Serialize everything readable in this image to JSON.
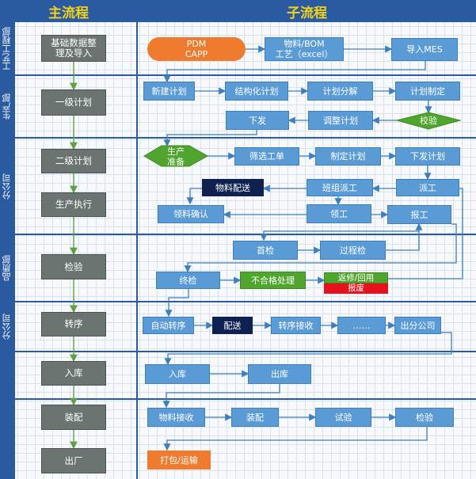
{
  "headers": {
    "main": "主流程",
    "sub": "子流程"
  },
  "stages": [
    {
      "id": "s1",
      "label": "工艺工程部"
    },
    {
      "id": "s2",
      "label": "生产部"
    },
    {
      "id": "s3",
      "label": "分公司"
    },
    {
      "id": "s4",
      "label": "品质部"
    },
    {
      "id": "s5",
      "label": "分公司"
    },
    {
      "id": "s6",
      "label": ""
    }
  ],
  "main_steps": [
    {
      "id": "m1",
      "label": "基础数据整\n理及导入"
    },
    {
      "id": "m2",
      "label": "一级计划"
    },
    {
      "id": "m3",
      "label": "二级计划"
    },
    {
      "id": "m4",
      "label": "生产执行"
    },
    {
      "id": "m5",
      "label": "检验"
    },
    {
      "id": "m6",
      "label": "转序"
    },
    {
      "id": "m7",
      "label": "入库"
    },
    {
      "id": "m8",
      "label": "装配"
    },
    {
      "id": "m9",
      "label": "出厂"
    }
  ],
  "sub_steps": [
    {
      "id": "pdm",
      "label": "PDM\nCAPP",
      "color": "#ee7b2e"
    },
    {
      "id": "bom",
      "label": "物料/BOM\n工艺（excel）"
    },
    {
      "id": "mes",
      "label": "导入MES"
    },
    {
      "id": "xjjh",
      "label": "新建计划"
    },
    {
      "id": "jghjh",
      "label": "结构化计划"
    },
    {
      "id": "jhfj",
      "label": "计划分解"
    },
    {
      "id": "jhzd",
      "label": "计划制定"
    },
    {
      "id": "xiaoy",
      "label": "校验",
      "color": "#4fa52d"
    },
    {
      "id": "tzjh",
      "label": "调整计划"
    },
    {
      "id": "xiafa",
      "label": "下发"
    },
    {
      "id": "sczb",
      "label": "生产\n准备",
      "color": "#4fa52d"
    },
    {
      "id": "sxgd",
      "label": "筛选工单"
    },
    {
      "id": "zdjh",
      "label": "制定计划"
    },
    {
      "id": "xfjh",
      "label": "下发计划"
    },
    {
      "id": "paig",
      "label": "派工"
    },
    {
      "id": "bzpg",
      "label": "班组派工"
    },
    {
      "id": "wlps",
      "label": "物料配送",
      "color": "#0e2150"
    },
    {
      "id": "llqr",
      "label": "领料确认"
    },
    {
      "id": "lingg",
      "label": "领工"
    },
    {
      "id": "baog",
      "label": "报工"
    },
    {
      "id": "shouj",
      "label": "首检"
    },
    {
      "id": "gcj",
      "label": "过程检"
    },
    {
      "id": "zhongj",
      "label": "终检"
    },
    {
      "id": "bhgcl",
      "label": "不合格处理",
      "color": "#4fa52d"
    },
    {
      "id": "fxhy",
      "label": "返修/回用",
      "color": "#4fa52d"
    },
    {
      "id": "baofei",
      "label": "报废",
      "color": "#e8101a"
    },
    {
      "id": "zdzx",
      "label": "自动转序"
    },
    {
      "id": "peis",
      "label": "配送",
      "color": "#0e2150"
    },
    {
      "id": "zxjs",
      "label": "转序接收"
    },
    {
      "id": "dots",
      "label": "……"
    },
    {
      "id": "cfgs",
      "label": "出分公司"
    },
    {
      "id": "ruku",
      "label": "入库"
    },
    {
      "id": "chuku",
      "label": "出库"
    },
    {
      "id": "wljs",
      "label": "物料接收"
    },
    {
      "id": "zhuangp",
      "label": "装配"
    },
    {
      "id": "shiy",
      "label": "试验"
    },
    {
      "id": "jiany",
      "label": "检验"
    },
    {
      "id": "dbys",
      "label": "打包/运输",
      "color": "#ee7b2e"
    }
  ],
  "connectors": {
    "main_flow_color": "#5fa040",
    "sub_flow_color": "#3d7fbf"
  }
}
